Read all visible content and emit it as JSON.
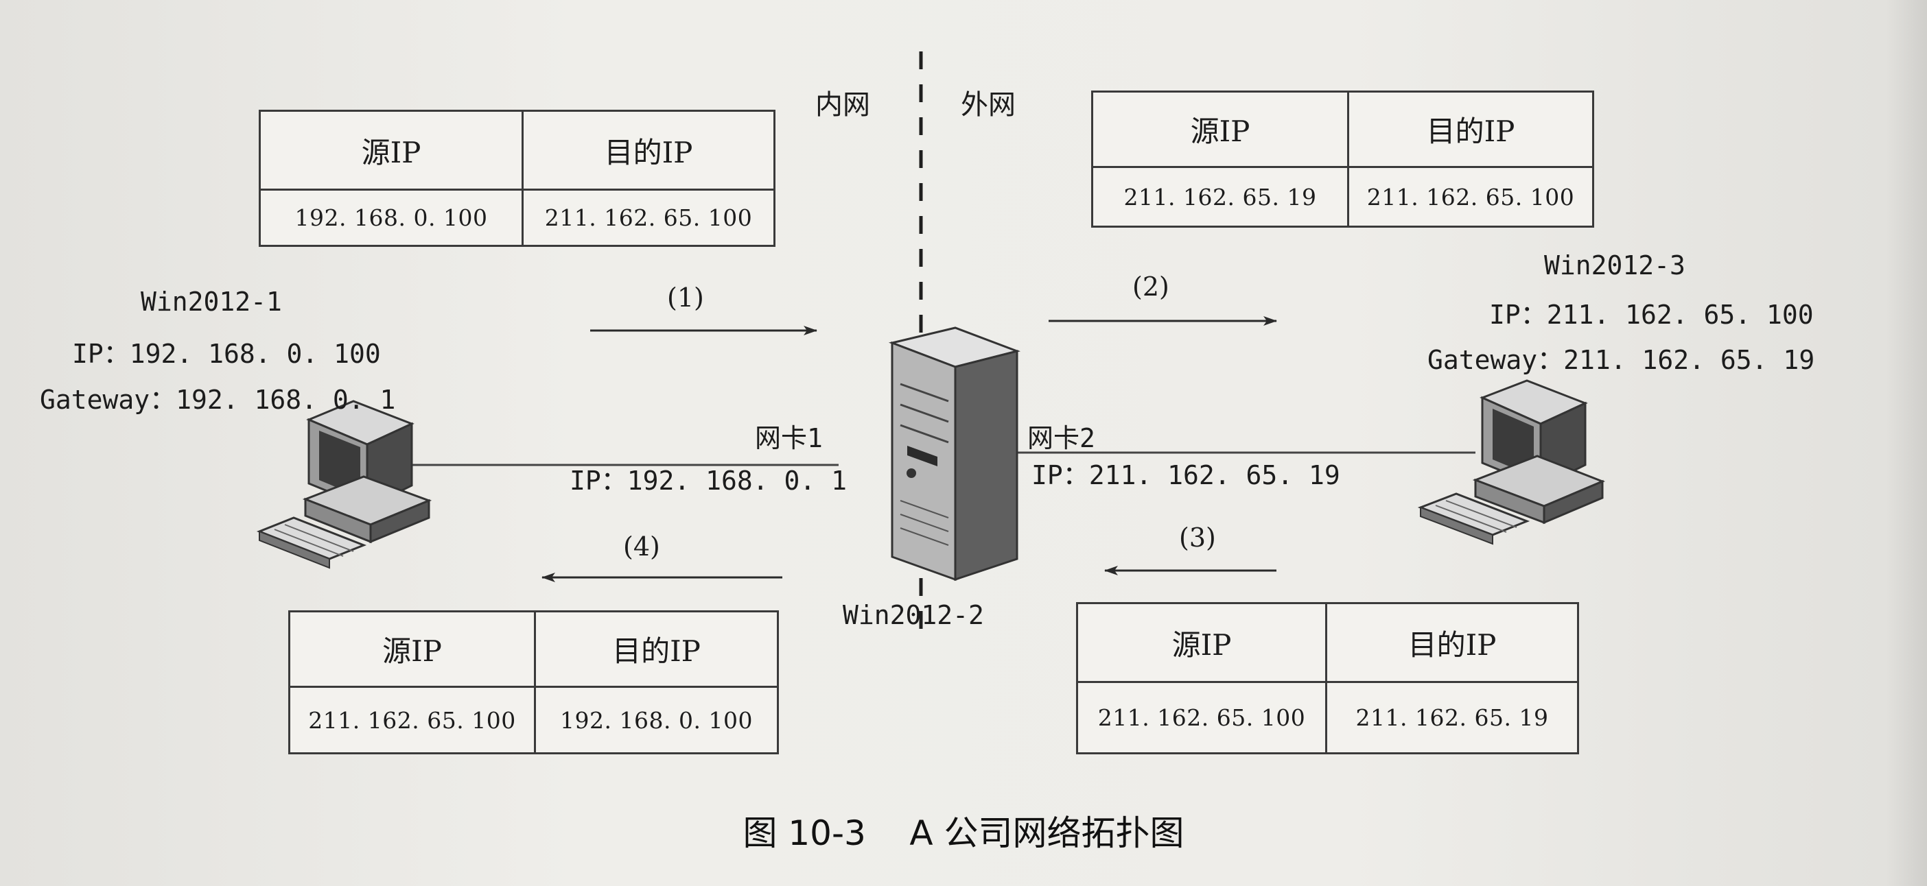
{
  "zones": {
    "inner": "内网",
    "outer": "外网"
  },
  "tables": [
    {
      "id": "t1",
      "src_header": "源IP",
      "dst_header": "目的IP",
      "src": "192. 168. 0. 100",
      "dst": "211. 162. 65. 100"
    },
    {
      "id": "t2",
      "src_header": "源IP",
      "dst_header": "目的IP",
      "src": "211. 162. 65. 19",
      "dst": "211. 162. 65. 100"
    },
    {
      "id": "t3",
      "src_header": "源IP",
      "dst_header": "目的IP",
      "src": "211. 162. 65. 100",
      "dst": "211. 162. 65. 19"
    },
    {
      "id": "t4",
      "src_header": "源IP",
      "dst_header": "目的IP",
      "src": "211. 162. 65. 100",
      "dst": "192. 168. 0. 100"
    }
  ],
  "hosts": {
    "win1": {
      "name": "Win2012-1",
      "ip": "IP：192. 168. 0. 100",
      "gateway": "Gateway：192. 168. 0. 1"
    },
    "win2": {
      "name": "Win2012-2"
    },
    "win3": {
      "name": "Win2012-3",
      "ip": "IP：211. 162. 65. 100",
      "gateway": "Gateway：211. 162. 65. 19"
    }
  },
  "nics": {
    "nic1": {
      "label": "网卡1",
      "ip": "IP：192. 168. 0. 1"
    },
    "nic2": {
      "label": "网卡2",
      "ip": "IP：211. 162. 65. 19"
    }
  },
  "steps": [
    "(1)",
    "(2)",
    "(3)",
    "(4)"
  ],
  "caption": "图 10-3    A 公司网络拓扑图"
}
